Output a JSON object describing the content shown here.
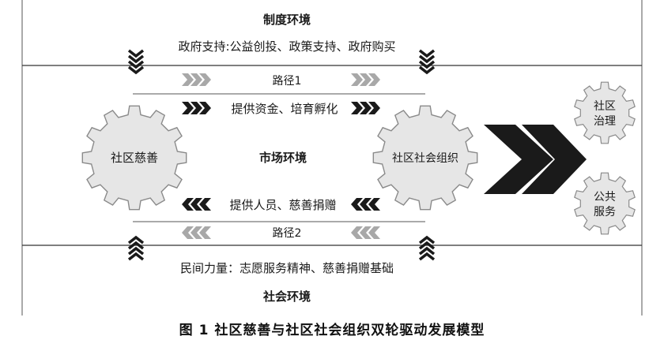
{
  "diagram": {
    "institution_env": {
      "title": "制度环境",
      "subtitle": "政府支持:公益创投、政策支持、政府购买"
    },
    "social_env": {
      "title": "社会环境",
      "subtitle": "民间力量：志愿服务精神、慈善捐赠基础"
    },
    "market_env": "市场环境",
    "gears": {
      "left": "社区慈善",
      "right": "社区社会组织",
      "governance": [
        "社区",
        "治理"
      ],
      "service": [
        "公共",
        "服务"
      ]
    },
    "paths": {
      "path1": "路径1",
      "path2": "路径2",
      "flow_top": "提供资金、培育孵化",
      "flow_bottom": "提供人员、慈善捐赠"
    },
    "caption": "图 1   社区慈善与社区社会组织双轮驱动发展模型",
    "colors": {
      "line": "#444444",
      "gear_fill": "#e6e6e6",
      "gear_stroke": "#8a8a8a",
      "arrow_dark": "#1a1a1a",
      "arrow_gray": "#a8a8a8",
      "big_arrow": "#1a1a1a"
    }
  }
}
